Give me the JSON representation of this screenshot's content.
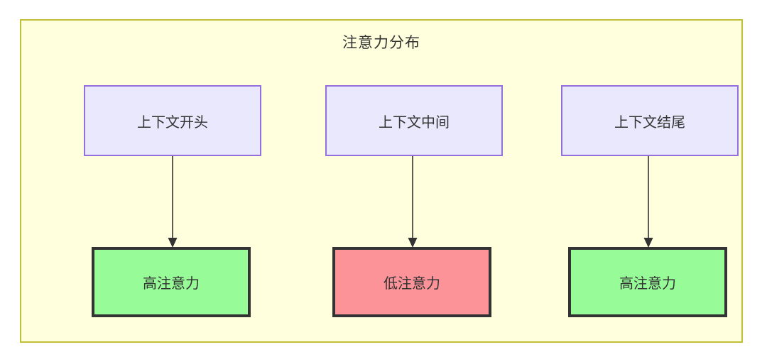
{
  "diagram": {
    "title": "注意力分布",
    "container_fill": "#ffffdd",
    "container_border": "#bfbf38",
    "columns": [
      {
        "id": "col-a",
        "source": {
          "label": "上下文开头",
          "fill": "#e9e8fd",
          "border": "#9370db"
        },
        "target": {
          "label": "高注意力",
          "fill": "#97fb98",
          "border": "#333333",
          "level": "high"
        },
        "edge": {
          "arrow": "arrow-down-icon"
        }
      },
      {
        "id": "col-b",
        "source": {
          "label": "上下文中间",
          "fill": "#e9e8fd",
          "border": "#9370db"
        },
        "target": {
          "label": "低注意力",
          "fill": "#fb9398",
          "border": "#333333",
          "level": "low"
        },
        "edge": {
          "arrow": "arrow-down-icon"
        }
      },
      {
        "id": "col-c",
        "source": {
          "label": "上下文结尾",
          "fill": "#e9e8fd",
          "border": "#9370db"
        },
        "target": {
          "label": "高注意力",
          "fill": "#97fb98",
          "border": "#333333",
          "level": "high"
        },
        "edge": {
          "arrow": "arrow-down-icon"
        }
      }
    ]
  }
}
